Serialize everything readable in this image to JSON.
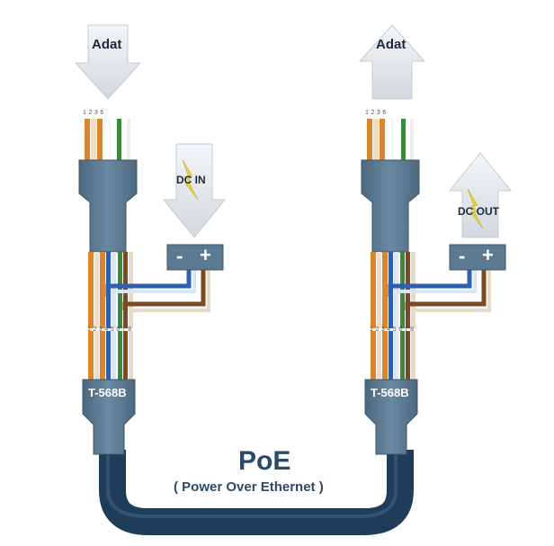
{
  "left": {
    "arrow_label": "Adat",
    "pins_top": "1 2 3  6",
    "pins_bottom": "1 2 3 4 5 6 7 8",
    "dc_label": "DC IN",
    "standard": "T-568B"
  },
  "right": {
    "arrow_label": "Adat",
    "pins_top": "1 2 3  6",
    "pins_bottom": "1 2 3 4 5 6 7 8",
    "dc_label": "DC OUT",
    "standard": "T-568B"
  },
  "terminal": {
    "minus": "-",
    "plus": "+"
  },
  "poe": {
    "title": "PoE",
    "subtitle": "( Power Over Ethernet )"
  },
  "colors": {
    "connector": "#5b7a92",
    "cable": "#1f3d58",
    "orange": "#d9862e",
    "green": "#3a8a3a",
    "blue": "#2e5fb0",
    "brown": "#7a4a22",
    "bolt": "#e8d23a"
  }
}
